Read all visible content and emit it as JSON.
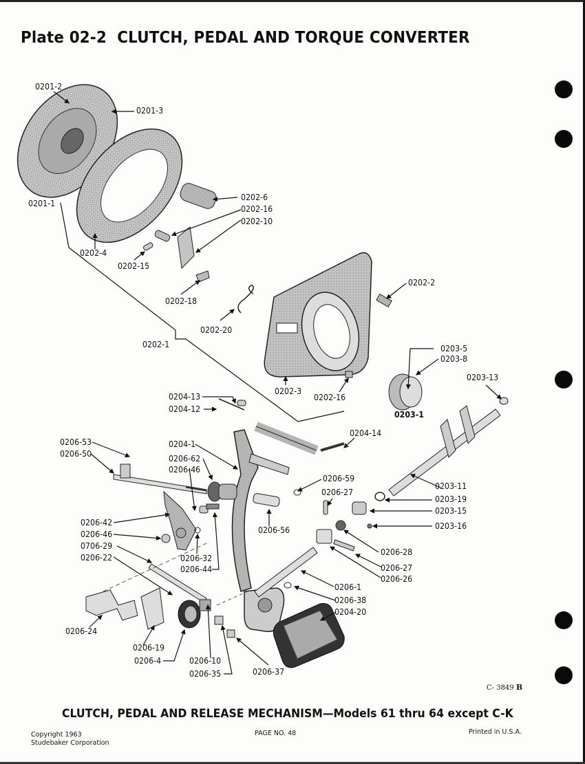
{
  "header": {
    "plate": "Plate 02-2",
    "title": "CLUTCH, PEDAL AND TORQUE CONVERTER"
  },
  "diagram": {
    "parts_labels": [
      {
        "id": "0201-2",
        "label": "0201-2"
      },
      {
        "id": "0201-3",
        "label": "0201-3"
      },
      {
        "id": "0201-1",
        "label": "0201-1"
      },
      {
        "id": "0202-4",
        "label": "0202-4"
      },
      {
        "id": "0202-6",
        "label": "0202-6"
      },
      {
        "id": "0202-16a",
        "label": "0202-16"
      },
      {
        "id": "0202-10",
        "label": "0202-10"
      },
      {
        "id": "0202-15",
        "label": "0202-15"
      },
      {
        "id": "0202-18",
        "label": "0202-18"
      },
      {
        "id": "0202-2",
        "label": "0202-2"
      },
      {
        "id": "0202-20",
        "label": "0202-20"
      },
      {
        "id": "0202-1",
        "label": "0202-1"
      },
      {
        "id": "0202-3",
        "label": "0202-3"
      },
      {
        "id": "0202-16b",
        "label": "0202-16"
      },
      {
        "id": "0203-5",
        "label": "0203-5"
      },
      {
        "id": "0203-8",
        "label": "0203-8"
      },
      {
        "id": "0203-1",
        "label": "0203-1"
      },
      {
        "id": "0203-13",
        "label": "0203-13"
      },
      {
        "id": "0204-13",
        "label": "0204-13"
      },
      {
        "id": "0204-12",
        "label": "0204-12"
      },
      {
        "id": "0204-14",
        "label": "0204-14"
      },
      {
        "id": "0206-53",
        "label": "0206-53"
      },
      {
        "id": "0206-50",
        "label": "0206-50"
      },
      {
        "id": "0204-1",
        "label": "0204-1"
      },
      {
        "id": "0206-62",
        "label": "0206-62"
      },
      {
        "id": "0206-46a",
        "label": "0206-46"
      },
      {
        "id": "0206-59",
        "label": "0206-59"
      },
      {
        "id": "0206-27a",
        "label": "0206-27"
      },
      {
        "id": "0203-11",
        "label": "0203-11"
      },
      {
        "id": "0203-19",
        "label": "0203-19"
      },
      {
        "id": "0203-15",
        "label": "0203-15"
      },
      {
        "id": "0203-16",
        "label": "0203-16"
      },
      {
        "id": "0206-42",
        "label": "0206-42"
      },
      {
        "id": "0206-46b",
        "label": "0206-46"
      },
      {
        "id": "0206-29",
        "label": "0706-29"
      },
      {
        "id": "0206-22",
        "label": "0206-22"
      },
      {
        "id": "0206-32",
        "label": "0206-32"
      },
      {
        "id": "0206-44",
        "label": "0206-44"
      },
      {
        "id": "0206-56",
        "label": "0206-56"
      },
      {
        "id": "0206-28",
        "label": "0206-28"
      },
      {
        "id": "0206-27b",
        "label": "0206-27"
      },
      {
        "id": "0206-26",
        "label": "0206-26"
      },
      {
        "id": "0206-1",
        "label": "0206-1"
      },
      {
        "id": "0206-38",
        "label": "0206-38"
      },
      {
        "id": "0204-20",
        "label": "0204-20"
      },
      {
        "id": "0206-24",
        "label": "0206-24"
      },
      {
        "id": "0206-19",
        "label": "0206-19"
      },
      {
        "id": "0206-4",
        "label": "0206-4"
      },
      {
        "id": "0206-10",
        "label": "0206-10"
      },
      {
        "id": "0206-35",
        "label": "0206-35"
      },
      {
        "id": "0206-37",
        "label": "0206-37"
      }
    ],
    "drawing_code": "C- 3849",
    "drawing_rev": "B"
  },
  "caption": "CLUTCH, PEDAL AND RELEASE MECHANISM—Models 61 thru 64 except C-K",
  "footer": {
    "copyright_line1": "Copyright 1963",
    "copyright_line2": "Studebaker Corporation",
    "page": "PAGE NO. 48",
    "printed": "Printed in U.S.A."
  }
}
